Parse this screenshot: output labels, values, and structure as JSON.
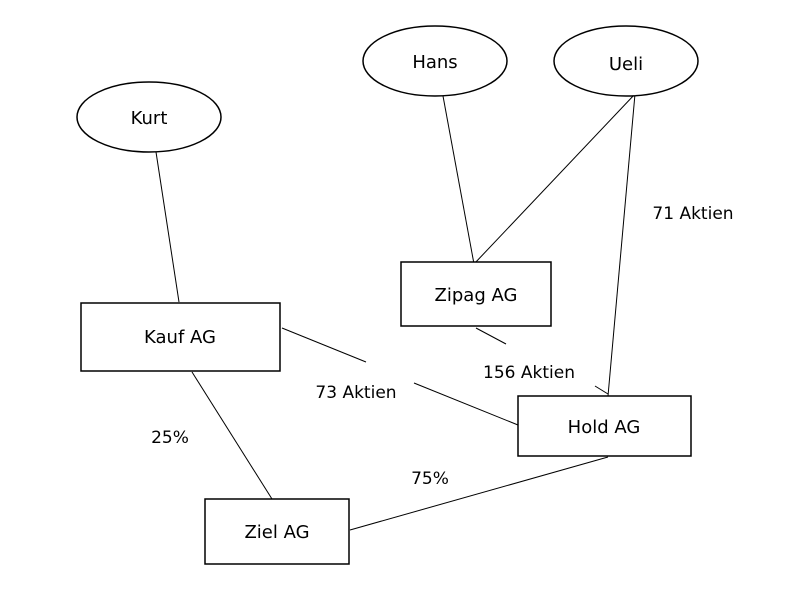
{
  "persons": {
    "kurt": "Kurt",
    "hans": "Hans",
    "ueli": "Ueli"
  },
  "companies": {
    "kauf": "Kauf AG",
    "zipag": "Zipag AG",
    "hold": "Hold AG",
    "ziel": "Ziel AG"
  },
  "edge_labels": {
    "ueli_hold": "71 Aktien",
    "zipag_hold": "156 Aktien",
    "kauf_hold": "73 Aktien",
    "kauf_ziel": "25%",
    "hold_ziel": "75%"
  },
  "colors": {
    "stroke": "#000000",
    "fill": "#ffffff"
  }
}
